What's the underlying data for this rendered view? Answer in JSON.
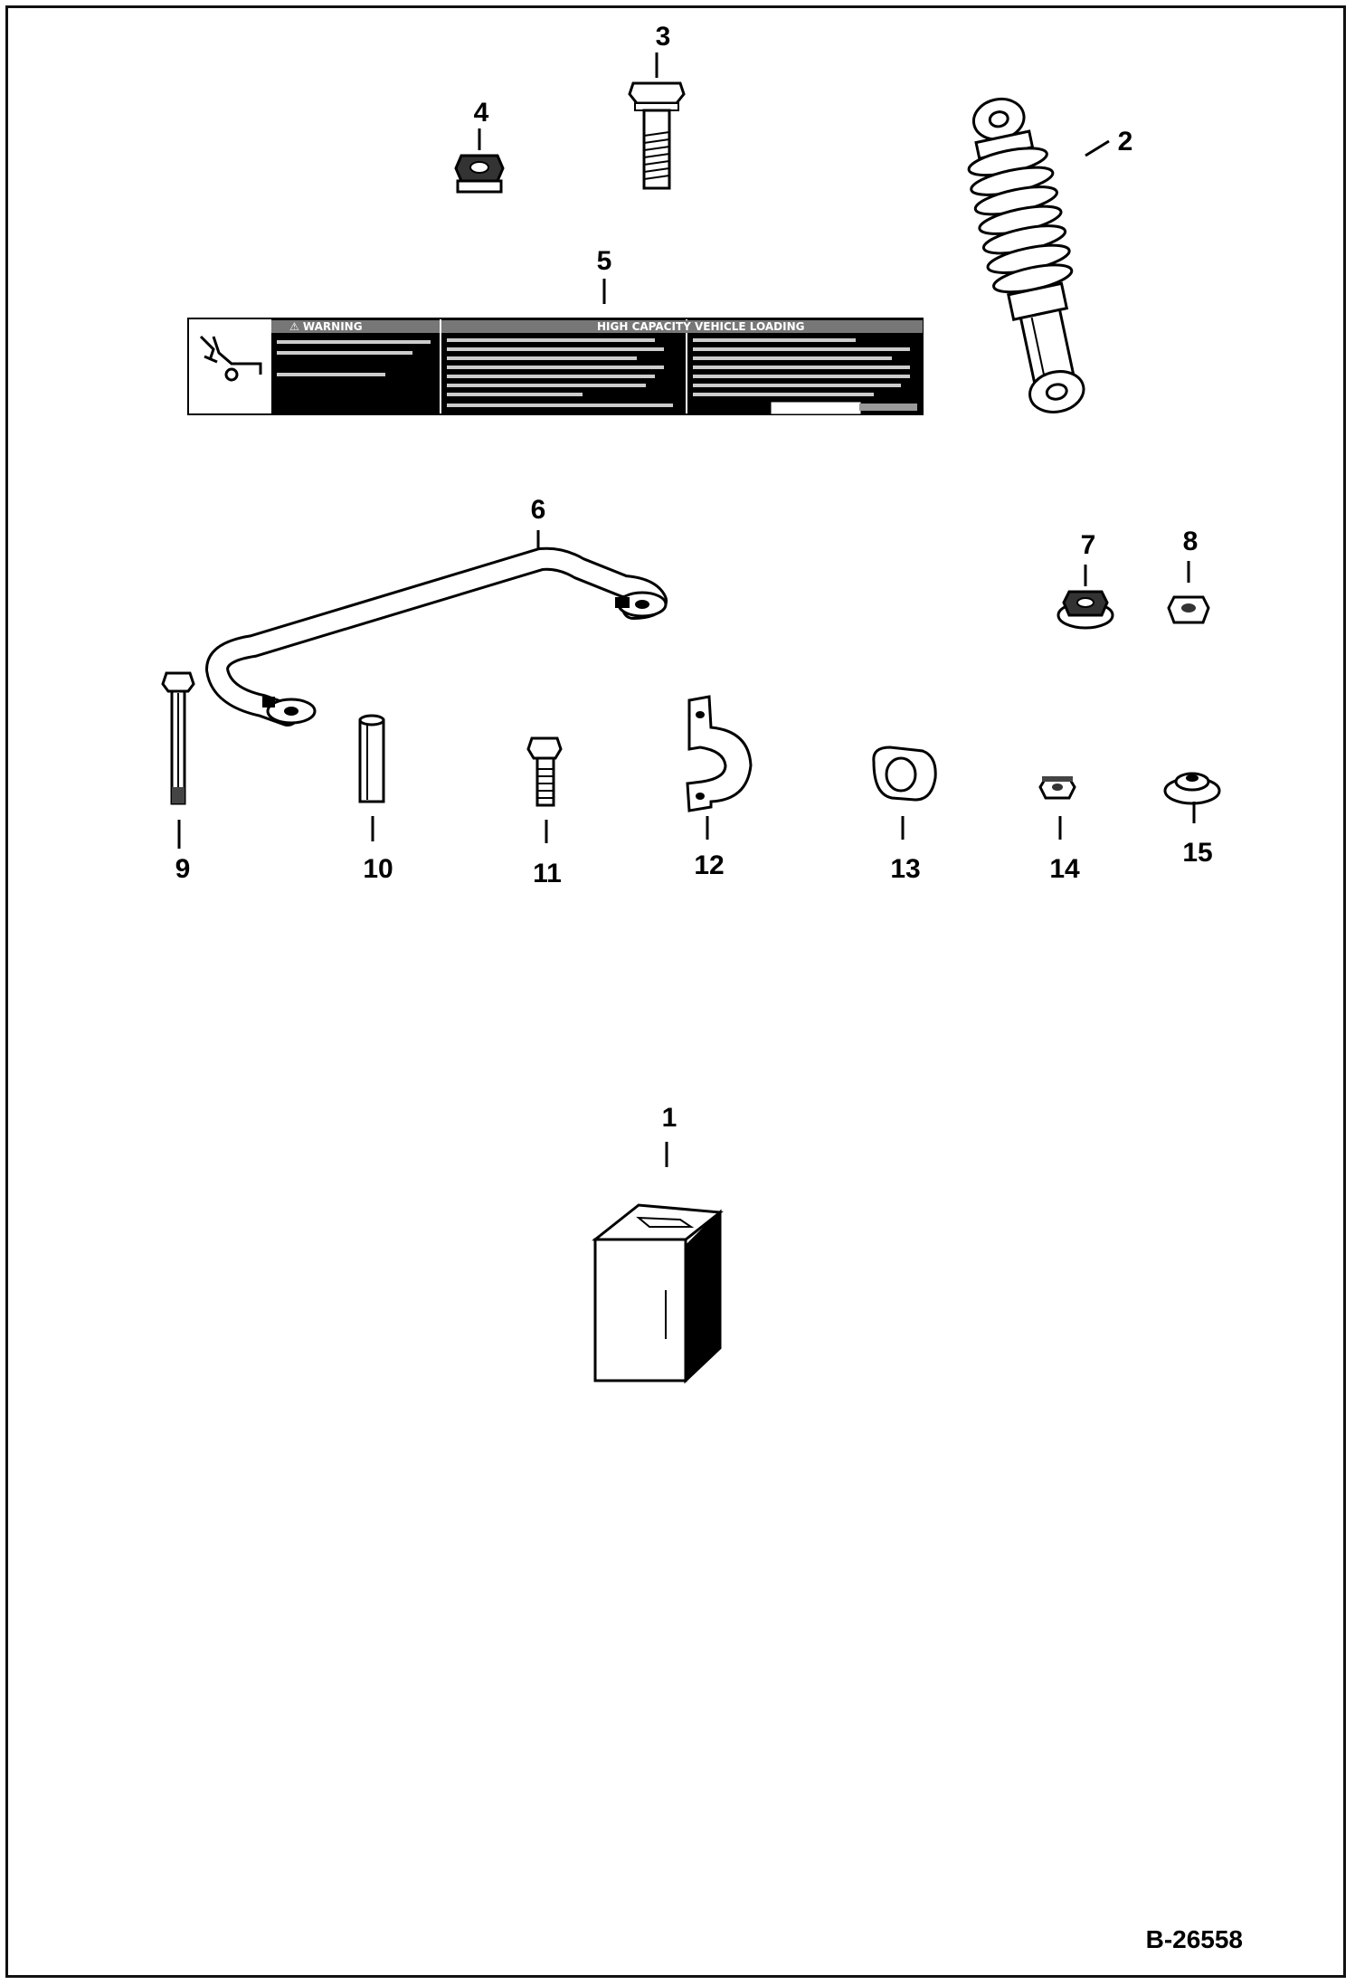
{
  "reference_code": "B-26558",
  "callouts": [
    "1",
    "2",
    "3",
    "4",
    "5",
    "6",
    "7",
    "8",
    "9",
    "10",
    "11",
    "12",
    "13",
    "14",
    "15"
  ],
  "decal": {
    "warning_heading": "⚠ WARNING",
    "heading": "HIGH CAPACITY VEHICLE LOADING"
  }
}
